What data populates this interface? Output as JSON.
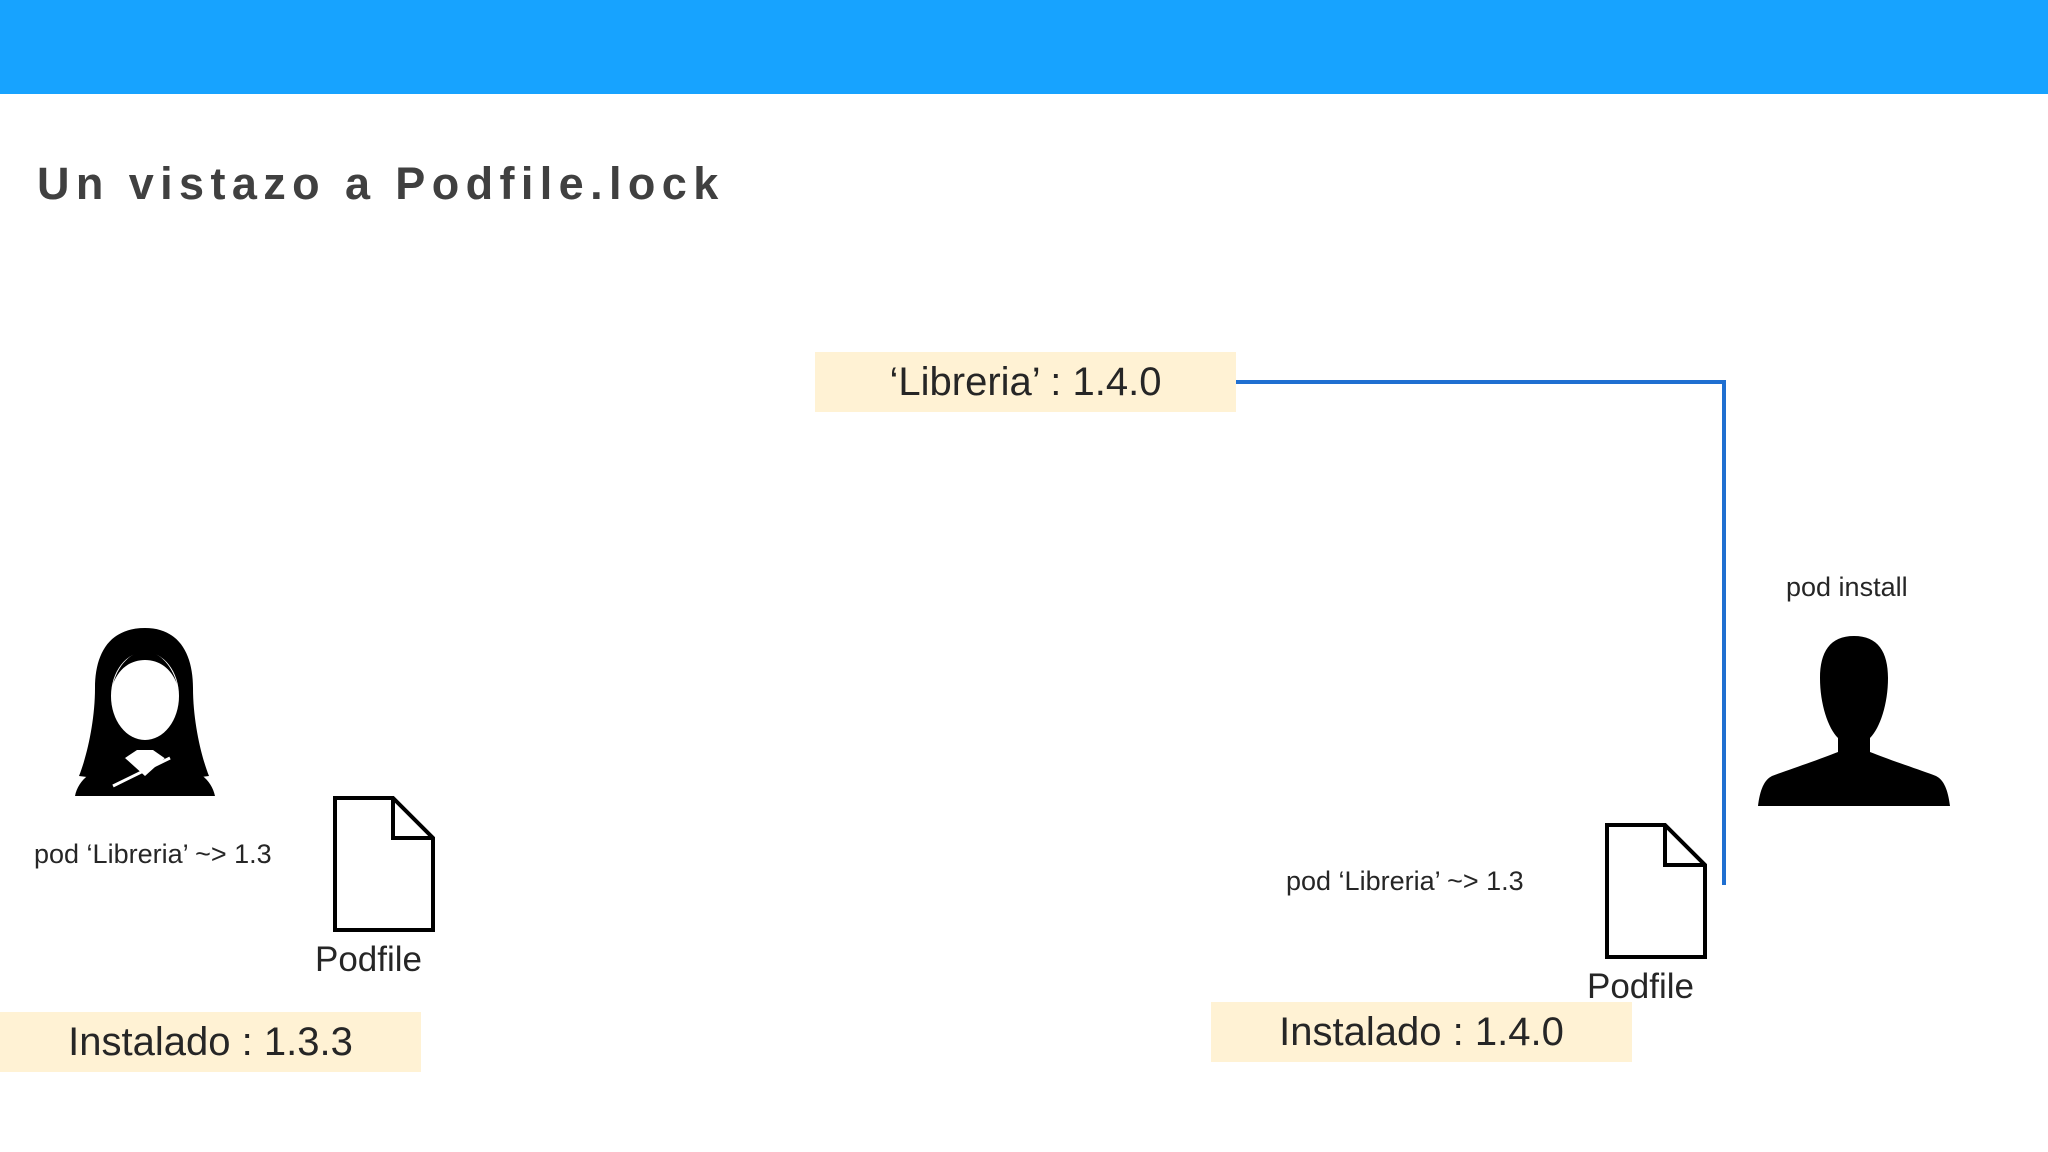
{
  "colors": {
    "header_bar": "#17a3ff",
    "note_fill": "#fff2d4",
    "connector": "#1f6fd1",
    "title_text": "#404040",
    "icon_fill": "#000000"
  },
  "slide": {
    "title": "Un vistazo a Podfile.lock"
  },
  "remote": {
    "version_label": "‘Libreria’ : 1.4.0"
  },
  "left_user": {
    "icon": "female-user-icon",
    "podfile_line": "pod ‘Libreria’ ~> 1.3",
    "file_icon": "document-icon",
    "file_label": "Podfile",
    "installed_label": "Instalado : 1.3.3"
  },
  "right_user": {
    "command_label": "pod install",
    "icon": "male-user-icon",
    "podfile_line": "pod ‘Libreria’ ~> 1.3",
    "file_icon": "document-icon",
    "file_label": "Podfile",
    "installed_label": "Instalado : 1.4.0"
  }
}
